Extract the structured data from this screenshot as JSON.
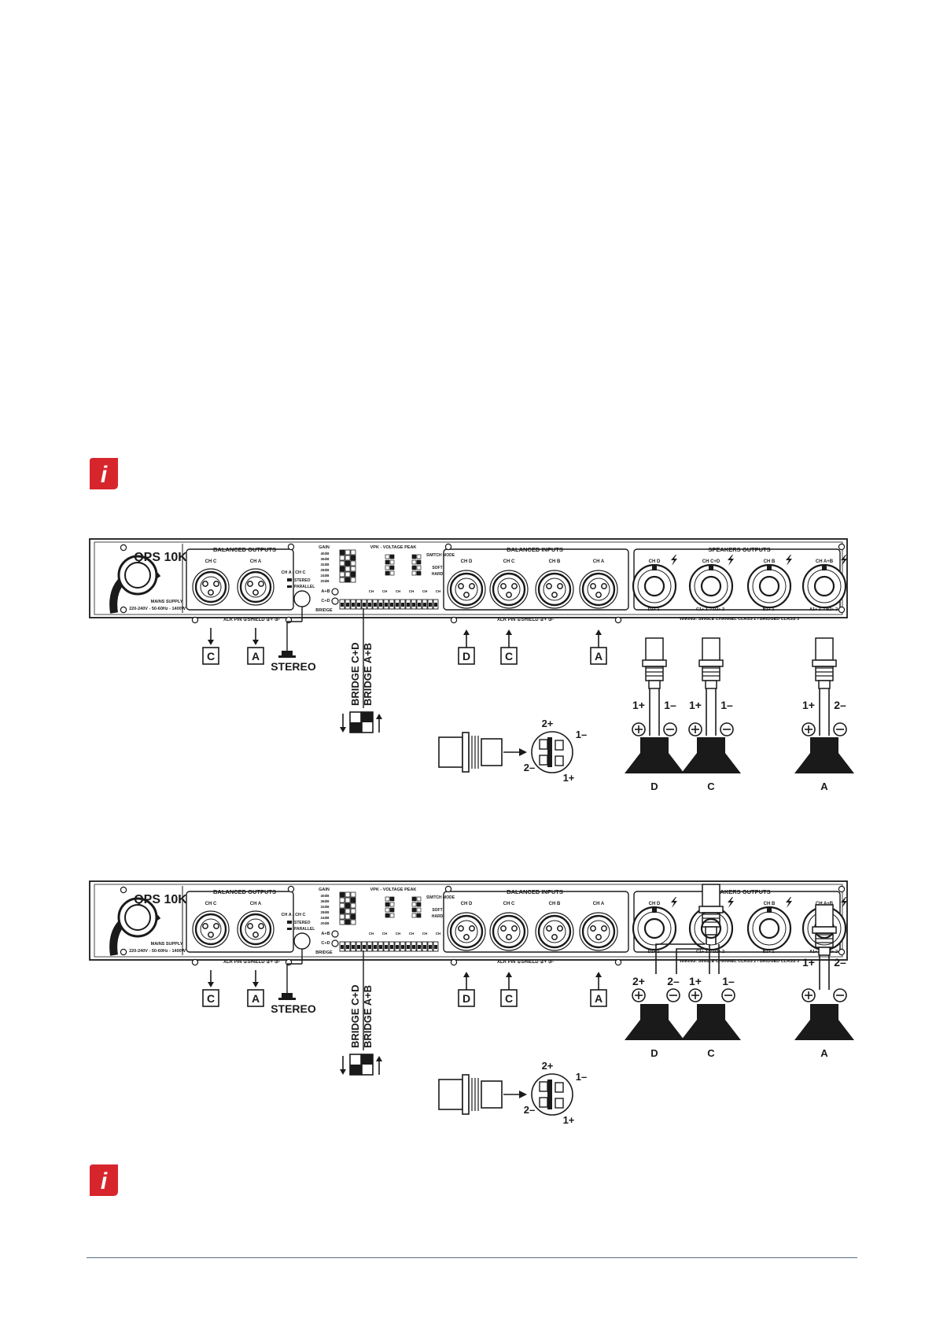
{
  "colors": {
    "info_icon": "#d6262c",
    "rule": "#5b6f86",
    "line": "#1a1a1a"
  },
  "icons": {
    "info": "info-icon"
  },
  "info_icon_glyph": "i",
  "panel": {
    "model": "QPS 10K",
    "balanced_outputs": "BALANCED OUTPUTS",
    "out_ch_c": "CH C",
    "out_ch_a": "CH A",
    "mode_title": "CH A / CH C",
    "mode_stereo": "STEREO",
    "mode_parallel": "PARALLEL",
    "mains_supply": "MAINS SUPPLY",
    "mains_spec": "220-240V - 50-60Hz - 1400W",
    "xlr_pin": "XLR PIN ①SHIELD ②+ ③-",
    "gain": "GAIN",
    "a_b": "A+B",
    "c_d": "C+D",
    "bridge": "BRIDGE",
    "vpk_title": "VPK - VOLTAGE PEAK",
    "switch_mode": "SWITCH MODE",
    "soft": "SOFT",
    "hard": "HARD",
    "balanced_inputs": "BALANCED INPUTS",
    "in_ch_d": "CH D",
    "in_ch_c": "CH C",
    "in_ch_b": "CH B",
    "in_ch_a": "CH A",
    "speakers_outputs": "SPEAKERS OUTPUTS",
    "spk_ch_d": "CH D",
    "spk_ch_cd": "CH C+D",
    "spk_ch_b": "CH B",
    "spk_ch_ab": "CH A+B",
    "spk_d_pins": "D1+ 1-",
    "spk_cd_pins": "C1+ 1- / D2+ 2-",
    "spk_b_pins": "B1+ 1-",
    "spk_ab_pins": "A1+ 1- / B2+ 2-",
    "wiring": "WIRING: SINGLE CHANNEL CLASS 2 / BRIDGED CLASS 3"
  },
  "labels": {
    "out_c": "C",
    "out_a": "A",
    "stereo": "STEREO",
    "in_d": "D",
    "in_c": "C",
    "in_a": "A",
    "bridge_cd": "BRIDGE C+D",
    "bridge_ab": "BRIDGE A+B",
    "pin_2p": "2+",
    "pin_1m": "1–",
    "pin_2m": "2–",
    "pin_1p": "1+",
    "spk_d": "D",
    "spk_c": "C",
    "spk_a": "A",
    "plus": "⊕",
    "minus": "⊖"
  },
  "diagrams": [
    {
      "mode": "single",
      "cable_labels": [
        "1+",
        "1–",
        "1+",
        "1–",
        "1+",
        "2–"
      ]
    },
    {
      "mode": "split",
      "cable_labels": [
        "2+",
        "2–",
        "1+",
        "1–",
        "1+",
        "2–"
      ]
    }
  ]
}
